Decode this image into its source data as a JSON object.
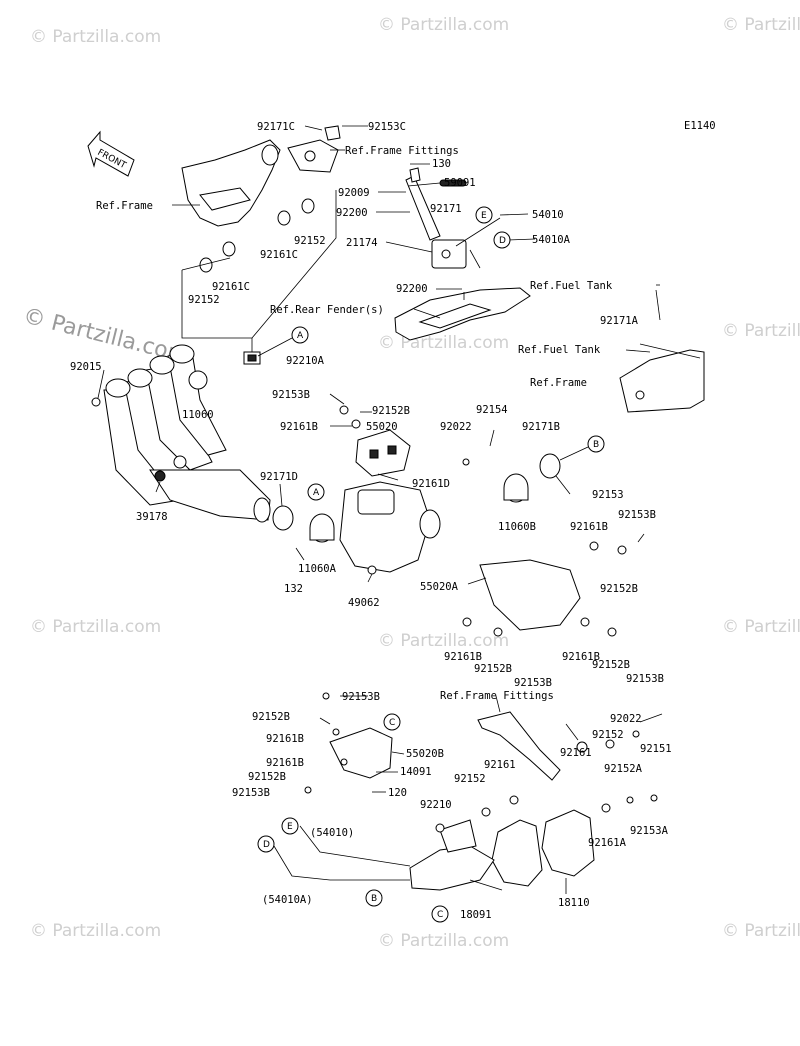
{
  "watermark": "© Partzilla.com",
  "big_watermark": "© Partzilla.com",
  "figure_code": "E1140",
  "front_label": "FRONT",
  "refs": {
    "frame_fittings_top": "Ref.Frame Fittings",
    "frame_left": "Ref.Frame",
    "rear_fender": "Ref.Rear Fender(s)",
    "fuel_tank_1": "Ref.Fuel Tank",
    "fuel_tank_2": "Ref.Fuel Tank",
    "frame_right": "Ref.Frame",
    "frame_fittings_bottom": "Ref.Frame Fittings"
  },
  "circle_letters": {
    "A": "A",
    "B": "B",
    "C": "C",
    "D": "D",
    "E": "E"
  },
  "parts": {
    "p92171C": "92171C",
    "p92153C": "92153C",
    "p130": "130",
    "p59091": "59091",
    "p92009": "92009",
    "p92200a": "92200",
    "p92171": "92171",
    "p54010": "54010",
    "p54010A": "54010A",
    "p92152a": "92152",
    "p92161C": "92161C",
    "p92161Cb": "92161C",
    "p92152b": "92152",
    "p21174": "21174",
    "p92200b": "92200",
    "p92171A": "92171A",
    "p92210A": "92210A",
    "p92015": "92015",
    "p11060": "11060",
    "p92153B": "92153B",
    "p92152B": "92152B",
    "p92161B": "92161B",
    "p55020": "55020",
    "p92022": "92022",
    "p92154": "92154",
    "p92171B": "92171B",
    "p92161D": "92161D",
    "p92153": "92153",
    "p39178": "39178",
    "p92171D": "92171D",
    "p11060B": "11060B",
    "p92161Bb": "92161B",
    "p92153Bb": "92153B",
    "p92152Bb": "92152B",
    "p132": "132",
    "p11060A": "11060A",
    "p55020A": "55020A",
    "p49062": "49062",
    "p92161Bc": "92161B",
    "p92152Bc": "92152B",
    "p92153Bc": "92153B",
    "p92161Bd": "92161B",
    "p92152Bd": "92152B",
    "p92153Bd": "92153B",
    "p92153Be": "92153B",
    "p92152Be": "92152B",
    "p92161Be": "92161B",
    "p55020B": "55020B",
    "p92161Bf": "92161B",
    "p14091": "14091",
    "p92152Bf": "92152B",
    "p120": "120",
    "p92153Bf": "92153B",
    "p92022b": "92022",
    "p92152c": "92152",
    "p92161": "92161",
    "p92151": "92151",
    "p92161b": "92161",
    "p92152d": "92152",
    "p92152A": "92152A",
    "p92210": "92210",
    "p92161A": "92161A",
    "p92153A": "92153A",
    "p54010p": "(54010)",
    "p54010Ap": "(54010A)",
    "p18091": "18091",
    "p18110": "18110"
  }
}
